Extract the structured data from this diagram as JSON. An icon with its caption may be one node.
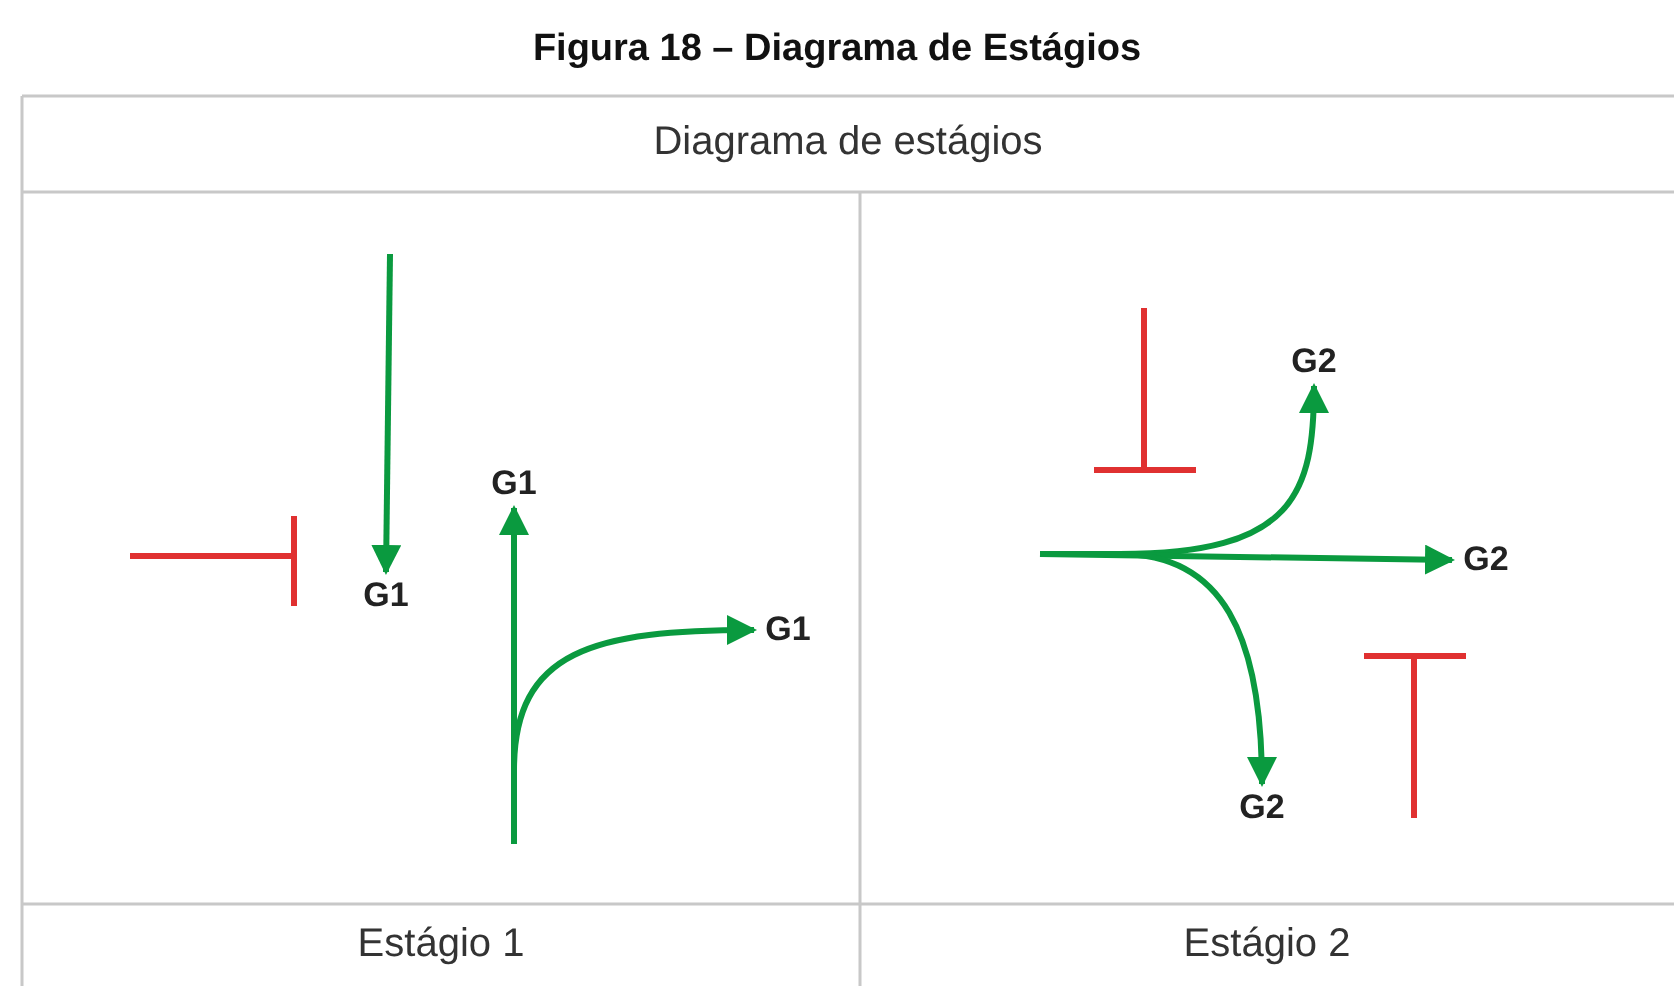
{
  "diagram": {
    "title": "Figura 18 – Diagrama de Estágios",
    "nodes": [
      {
        "text": [
          "G1"
        ]
      },
      {
        "text": [
          "G1"
        ]
      },
      {
        "text": [
          "G1"
        ]
      },
      {
        "text": [
          "G2"
        ]
      },
      {
        "text": [
          "G2"
        ]
      },
      {
        "text": [
          "G2"
        ]
      }
    ],
    "edges": [
      {
        "from": null,
        "to": 0,
        "arrow": "to"
      },
      {
        "from": null,
        "to": 1,
        "arrow": "to"
      },
      {
        "from": null,
        "to": 2,
        "arrow": "to"
      },
      {
        "from": null,
        "to": 3,
        "arrow": "to"
      },
      {
        "from": null,
        "to": 4,
        "arrow": "to"
      },
      {
        "from": null,
        "to": 5,
        "arrow": "to"
      }
    ],
    "labels": [
      "Diagrama de estágios",
      "Estágio 1",
      "Estágio 2"
    ]
  }
}
